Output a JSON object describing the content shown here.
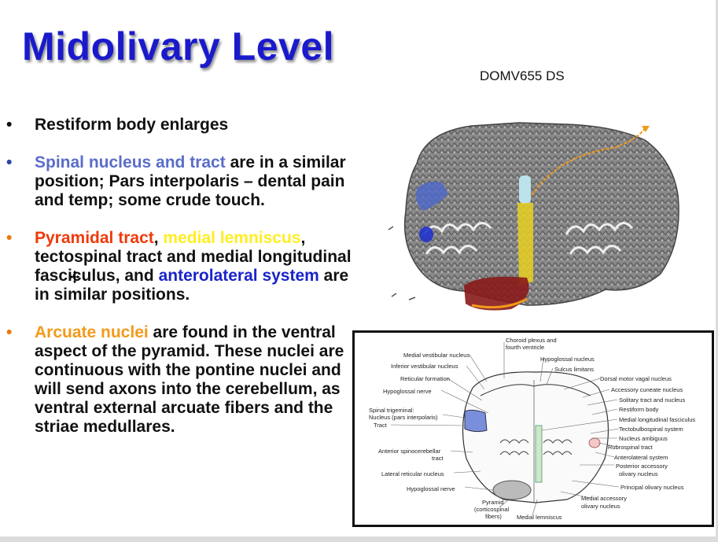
{
  "slide": {
    "title": "Midolivary Level",
    "code": "DOMV655 DS",
    "bullets": [
      {
        "text": "Restiform body enlarges"
      },
      {
        "parts": [
          {
            "text": "Spinal nucleus and tract",
            "color": "#5a6ec8"
          },
          {
            "text": " are in a similar position; Pars interpolaris – dental pain and temp; some crude touch."
          }
        ]
      },
      {
        "parts": [
          {
            "text": "Pyramidal tract",
            "color": "#f03a0a"
          },
          {
            "text": ", "
          },
          {
            "text": "medial lemniscus",
            "color": "#ffee22"
          },
          {
            "text": ", tectospinal tract and medial longitudinal fasciculus, and "
          },
          {
            "text": "anterolateral system",
            "color": "#1a24c8"
          },
          {
            "text": " are in similar positions."
          }
        ]
      },
      {
        "parts": [
          {
            "text": "Arcuate nuclei",
            "color": "#f29a1a"
          },
          {
            "text": " are found in the ventral aspect of the pyramid. These nuclei are continuous with the pontine nuclei and will send axons into the cerebellum, as ventral external arcuate fibers and the striae medullares."
          }
        ]
      }
    ],
    "bullet_symbol": "•"
  },
  "diagram": {
    "labels_left": [
      "Medial vestibular nucleus",
      "Inferior vestibular nucleus",
      "Reticular formation",
      "Hypoglossal nerve",
      "Spinal trigeminal:",
      "Nucleus (pars interpolaris)",
      "Tract",
      "Anterior spinocerebellar",
      "tract",
      "Lateral reticular nucleus",
      "Hypoglossal nerve"
    ],
    "labels_top": [
      "Choroid plexus and",
      "fourth ventricle",
      "Hypoglossal nucleus",
      "Sulcus limitans"
    ],
    "labels_right": [
      "Dorsal motor vagal nucleus",
      "Accessory cuneate nucleus",
      "Solitary tract and nucleus",
      "Restiform body",
      "Medial longitudinal fasciculus",
      "Tectobulbospinal system",
      "Nucleus ambiguus",
      "Rubrospinal tract",
      "Anterolateral system",
      "Posterior accessory",
      "olivary nucleus",
      "Principal olivary nucleus",
      "Medial accessory",
      "olivary nucleus"
    ],
    "labels_bottom": [
      "Pyramid",
      "(corticospinal",
      "fibers)",
      "Medial lemniscus"
    ]
  }
}
